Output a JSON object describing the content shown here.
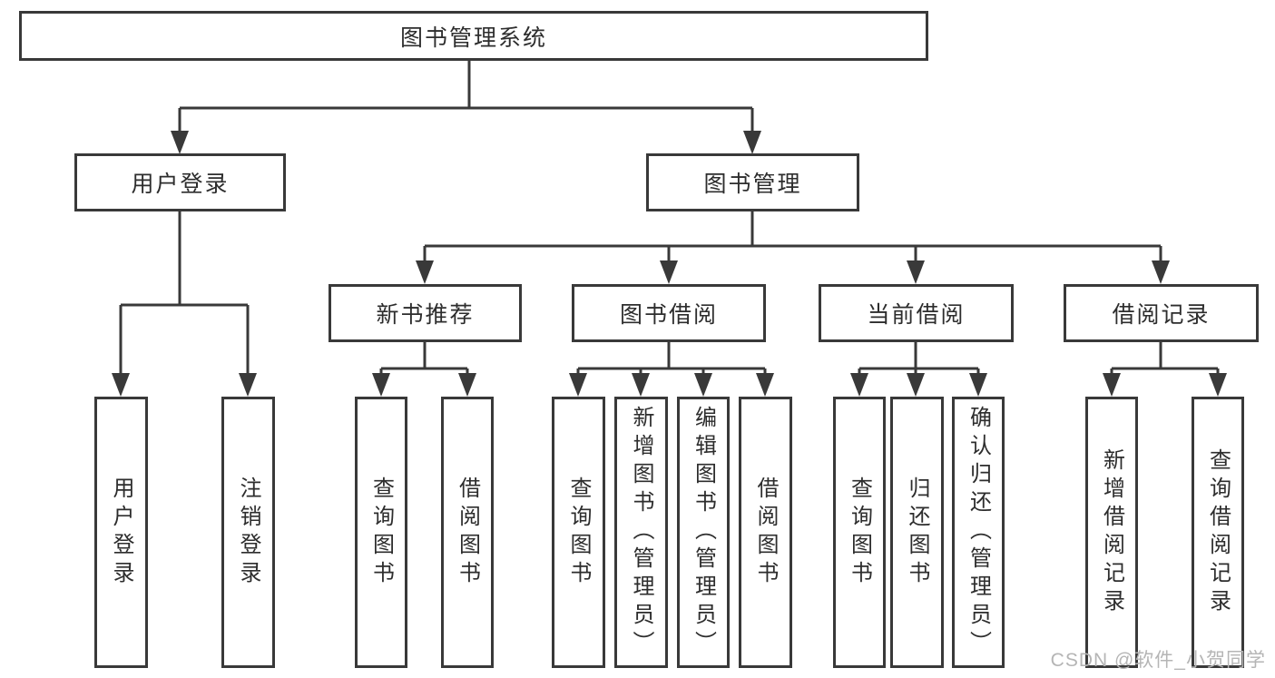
{
  "diagram": {
    "root": {
      "label": "图书管理系统"
    },
    "level2": [
      {
        "label": "用户登录"
      },
      {
        "label": "图书管理"
      }
    ],
    "level3": [
      {
        "label": "新书推荐",
        "parent": "图书管理"
      },
      {
        "label": "图书借阅",
        "parent": "图书管理"
      },
      {
        "label": "当前借阅",
        "parent": "图书管理"
      },
      {
        "label": "借阅记录",
        "parent": "图书管理"
      }
    ],
    "leaves": [
      {
        "label": "用户登录",
        "parent": "用户登录"
      },
      {
        "label": "注销登录",
        "parent": "用户登录"
      },
      {
        "label": "查询图书",
        "parent": "新书推荐"
      },
      {
        "label": "借阅图书",
        "parent": "新书推荐"
      },
      {
        "label": "查询图书",
        "parent": "图书借阅"
      },
      {
        "label": "新增图书（管理员）",
        "parent": "图书借阅"
      },
      {
        "label": "编辑图书（管理员）",
        "parent": "图书借阅"
      },
      {
        "label": "借阅图书",
        "parent": "图书借阅"
      },
      {
        "label": "查询图书",
        "parent": "当前借阅"
      },
      {
        "label": "归还图书",
        "parent": "当前借阅"
      },
      {
        "label": "确认归还（管理员）",
        "parent": "当前借阅"
      },
      {
        "label": "新增借阅记录",
        "parent": "借阅记录"
      },
      {
        "label": "查询借阅记录",
        "parent": "借阅记录"
      }
    ]
  },
  "watermark": {
    "text": "CSDN @软件_小贺同学"
  },
  "colors": {
    "line": "#393939",
    "box_border": "#393939",
    "text": "#2d2d2d",
    "background": "#ffffff",
    "watermark": "#b5b5b5"
  }
}
